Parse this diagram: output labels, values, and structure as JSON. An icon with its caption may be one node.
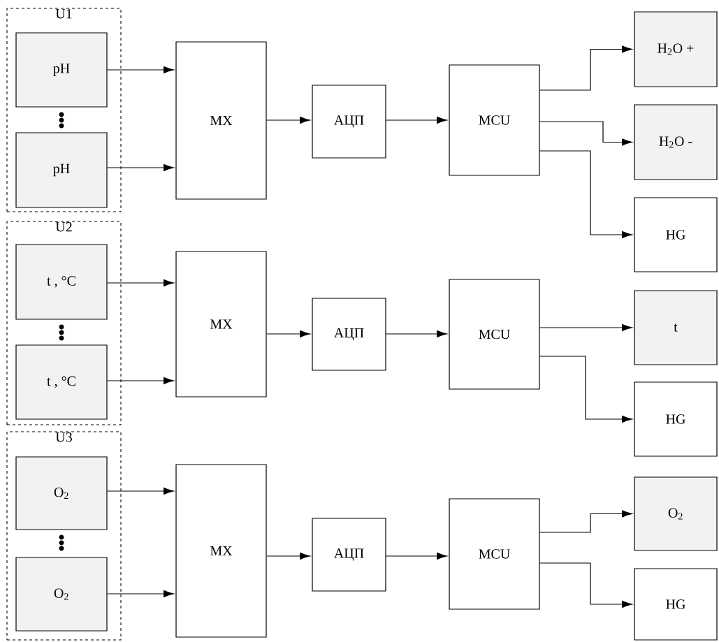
{
  "diagram": {
    "nodes": [
      {
        "text": [
          "U1"
        ]
      },
      {
        "text": [
          "pH"
        ],
        "in": 0
      },
      {
        "text": [
          "pH"
        ],
        "in": 0
      },
      {
        "text": [
          "MX"
        ]
      },
      {
        "text": [
          "АЦП"
        ]
      },
      {
        "text": [
          "MCU"
        ]
      },
      {
        "text": [
          "H$_{2}$O +"
        ]
      },
      {
        "text": [
          "H$_{2}$O -"
        ]
      },
      {
        "text": [
          "HG"
        ]
      },
      {
        "text": [
          "U2"
        ]
      },
      {
        "text": [
          "t , °C"
        ],
        "in": 9
      },
      {
        "text": [
          "t , °C"
        ],
        "in": 9
      },
      {
        "text": [
          "MX"
        ]
      },
      {
        "text": [
          "АЦП"
        ]
      },
      {
        "text": [
          "MCU"
        ]
      },
      {
        "text": [
          "t"
        ]
      },
      {
        "text": [
          "HG"
        ]
      },
      {
        "text": [
          "U3"
        ]
      },
      {
        "text": [
          "O$_{2}$"
        ],
        "in": 17
      },
      {
        "text": [
          "O$_{2}$"
        ],
        "in": 17
      },
      {
        "text": [
          "MX"
        ]
      },
      {
        "text": [
          "АЦП"
        ]
      },
      {
        "text": [
          "MCU"
        ]
      },
      {
        "text": [
          "O$_{2}$"
        ]
      },
      {
        "text": [
          "HG"
        ]
      }
    ],
    "edges": [
      {
        "from": 1,
        "to": 3,
        "arrow": "to"
      },
      {
        "from": 2,
        "to": 3,
        "arrow": "to"
      },
      {
        "from": 3,
        "to": 4,
        "arrow": "to"
      },
      {
        "from": 4,
        "to": 5,
        "arrow": "to"
      },
      {
        "from": 5,
        "to": 6,
        "arrow": "to"
      },
      {
        "from": 5,
        "to": 7,
        "arrow": "to"
      },
      {
        "from": 5,
        "to": 8,
        "arrow": "to"
      },
      {
        "from": 10,
        "to": 12,
        "arrow": "to"
      },
      {
        "from": 11,
        "to": 12,
        "arrow": "to"
      },
      {
        "from": 12,
        "to": 13,
        "arrow": "to"
      },
      {
        "from": 13,
        "to": 14,
        "arrow": "to"
      },
      {
        "from": 14,
        "to": 15,
        "arrow": "to"
      },
      {
        "from": 14,
        "to": 16,
        "arrow": "to"
      },
      {
        "from": 18,
        "to": 20,
        "arrow": "to"
      },
      {
        "from": 19,
        "to": 20,
        "arrow": "to"
      },
      {
        "from": 20,
        "to": 21,
        "arrow": "to"
      },
      {
        "from": 21,
        "to": 22,
        "arrow": "to"
      },
      {
        "from": 22,
        "to": 23,
        "arrow": "to"
      },
      {
        "from": 22,
        "to": 24,
        "arrow": "to"
      }
    ]
  }
}
